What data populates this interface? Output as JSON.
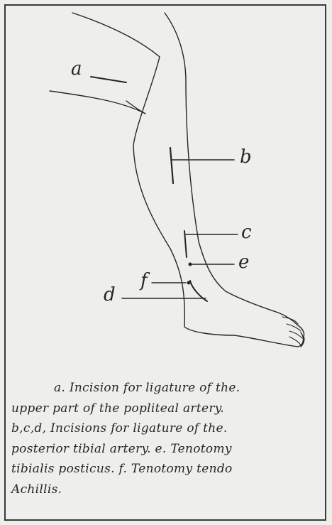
{
  "labels": {
    "a": "a",
    "b": "b",
    "c": "c",
    "d": "d",
    "e": "e",
    "f": "f"
  },
  "caption": {
    "line1": "a. Incision for ligature of the.",
    "line2": "upper part of the popliteal artery.",
    "line3": "b,c,d, Incisions for ligature of the.",
    "line4": "posterior tibial artery. e. Tenotomy",
    "line5": "tibialis posticus. f. Tenotomy tendo",
    "line6": "Achillis."
  },
  "colors": {
    "ink": "#262626",
    "paper": "#eeeeec",
    "border": "#3a3a3a"
  }
}
